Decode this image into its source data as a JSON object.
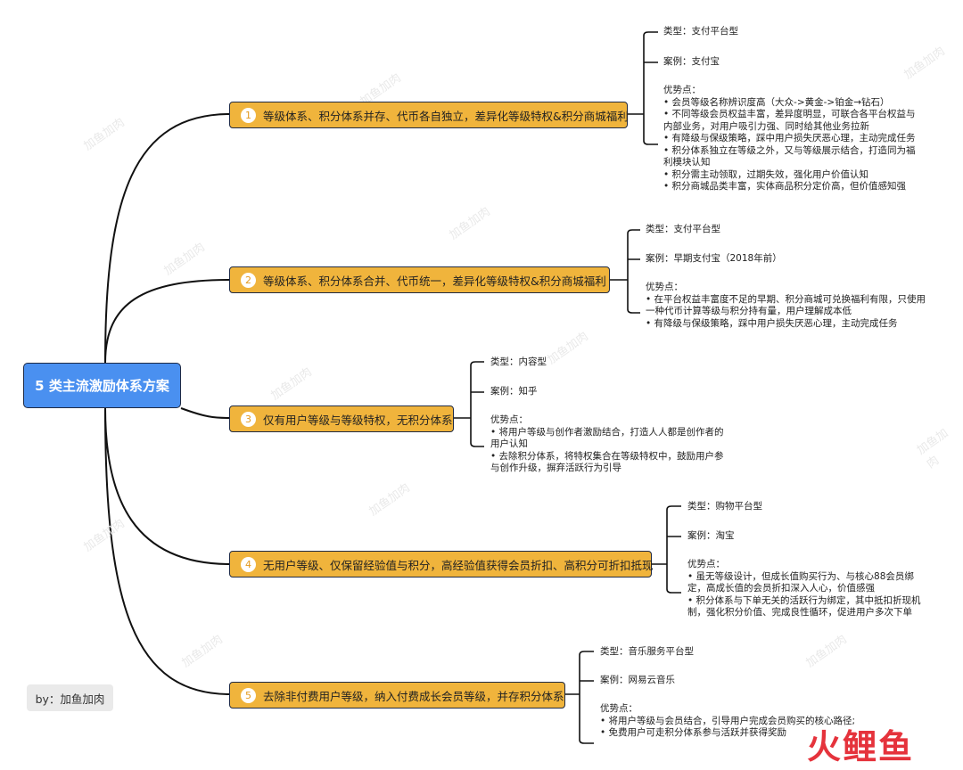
{
  "root": {
    "title": "5 类主流激励体系方案"
  },
  "branches": [
    {
      "num": "1",
      "label": "等级体系、积分体系并存、代币各自独立，差异化等级特权&积分商城福利",
      "type": "类型：支付平台型",
      "case": "案例：支付宝",
      "adv_title": "优势点：",
      "adv_lines": [
        "•  会员等级名称辨识度高（大众->黄金->铂金→钻石）",
        "•  不同等级会员权益丰富，差异度明显，可联合各平台权益与",
        "内部业务，对用户吸引力强、同时给其他业务拉新",
        "•  有降级与保级策略，踩中用户损失厌恶心理，主动完成任务",
        "•  积分体系独立在等级之外，又与等级展示结合，打造同为福",
        "利模块认知",
        "•  积分需主动领取，过期失效，强化用户价值认知",
        "•  积分商城品类丰富，实体商品积分定价高，但价值感知强"
      ]
    },
    {
      "num": "2",
      "label": "等级体系、积分体系合并、代币统一，差异化等级特权&积分商城福利",
      "type": "类型：支付平台型",
      "case": "案例：早期支付宝（2018年前）",
      "adv_title": "优势点：",
      "adv_lines": [
        "•  在平台权益丰富度不足的早期、积分商城可兑换福利有限，只使用",
        "一种代币计算等级与积分持有量，用户理解成本低",
        "•  有降级与保级策略，踩中用户损失厌恶心理，主动完成任务"
      ]
    },
    {
      "num": "3",
      "label": "仅有用户等级与等级特权，无积分体系",
      "type": "类型：内容型",
      "case": "案例：知乎",
      "adv_title": "优势点：",
      "adv_lines": [
        "•  将用户等级与创作者激励结合，打造人人都是创作者的",
        "用户认知",
        "•  去除积分体系，将特权集合在等级特权中，鼓励用户参",
        "与创作升级，摒弃活跃行为引导"
      ]
    },
    {
      "num": "4",
      "label": "无用户等级、仅保留经验值与积分，高经验值获得会员折扣、高积分可折扣抵现",
      "type": "类型：购物平台型",
      "case": "案例：淘宝",
      "adv_title": "优势点：",
      "adv_lines": [
        "•  虽无等级设计，但成长值购买行为、与核心88会员绑",
        "定，高成长值的会员折扣深入人心，价值感强",
        "•  积分体系与下单无关的活跃行为绑定，其中抵扣折现机",
        "制，强化积分价值、完成良性循环，促进用户多次下单"
      ]
    },
    {
      "num": "5",
      "label": "去除非付费用户等级，纳入付费成长会员等级，并存积分体系",
      "type": "类型：音乐服务平台型",
      "case": "案例：网易云音乐",
      "adv_title": "优势点：",
      "adv_lines": [
        "•  将用户等级与会员结合，引导用户完成会员购买的核心路径;",
        "•  免费用户可走积分体系参与活跃并获得奖励"
      ]
    }
  ],
  "byline": "by：加鱼加肉",
  "logo": {
    "c1": "火",
    "c2": "鲤",
    "c3": "鱼"
  },
  "watermark": "加鱼加肉",
  "colors": {
    "root": "#4a90f0",
    "branch": "#f0b43c",
    "line": "#1f2a44",
    "logo": "#e5333c"
  }
}
